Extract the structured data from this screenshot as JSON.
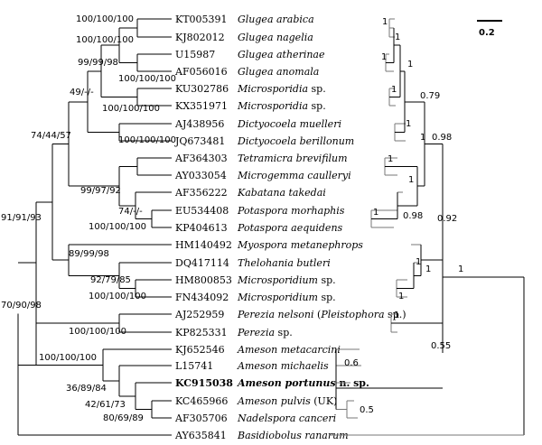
{
  "taxa": [
    {
      "acc": "KT005391",
      "name": "Glugea arabica",
      "suffix": ""
    },
    {
      "acc": "KJ802012",
      "name": "Glugea nagelia",
      "suffix": ""
    },
    {
      "acc": "U15987",
      "name": "Glugea atherinae",
      "suffix": ""
    },
    {
      "acc": "AF056016",
      "name": "Glugea anomala",
      "suffix": ""
    },
    {
      "acc": "KU302786",
      "name": "Microsporidia",
      "suffix": " sp."
    },
    {
      "acc": "KX351971",
      "name": "Microsporidia",
      "suffix": " sp."
    },
    {
      "acc": "AJ438956",
      "name": "Dictyocoela muelleri",
      "suffix": ""
    },
    {
      "acc": "JQ673481",
      "name": "Dictyocoela berillonum",
      "suffix": ""
    },
    {
      "acc": "AF364303",
      "name": "Tetramicra brevifilum",
      "suffix": ""
    },
    {
      "acc": "AY033054",
      "name": "Microgemma caulleryi",
      "suffix": ""
    },
    {
      "acc": "AF356222",
      "name": "Kabatana takedai",
      "suffix": ""
    },
    {
      "acc": "EU534408",
      "name": "Potaspora morhaphis",
      "suffix": ""
    },
    {
      "acc": "KP404613",
      "name": "Potaspora aequidens",
      "suffix": ""
    },
    {
      "acc": "HM140492",
      "name": "Myospora metanephrops",
      "suffix": ""
    },
    {
      "acc": "DQ417114",
      "name": "Thelohania butleri",
      "suffix": ""
    },
    {
      "acc": "HM800853",
      "name": "Microsporidium",
      "suffix": " sp."
    },
    {
      "acc": "FN434092",
      "name": "Microsporidium",
      "suffix": " sp."
    },
    {
      "acc": "AJ252959",
      "name": "Perezia nelsoni",
      "suffix": " (",
      "extra_it": "Pleistophora",
      "suffix2": " sp.)"
    },
    {
      "acc": "KP825331",
      "name": "Perezia",
      "suffix": " sp."
    },
    {
      "acc": "KJ652546",
      "name": "Ameson metacarcini",
      "suffix": ""
    },
    {
      "acc": "L15741",
      "name": "Ameson michaelis",
      "suffix": ""
    },
    {
      "acc": "KC915038",
      "name": "Ameson portunus",
      "suffix": " n. sp.",
      "bold": true
    },
    {
      "acc": "KC465966",
      "name": "Ameson pulvis",
      "suffix": " (UK)"
    },
    {
      "acc": "AF305706",
      "name": "Nadelspora canceri",
      "suffix": ""
    },
    {
      "acc": "AY635841",
      "name": "Basidiobolus ranarum",
      "suffix": ""
    }
  ],
  "left_support": [
    "100/100/100",
    "100/100/100",
    "99/99/98",
    "100/100/100",
    "49/-/-",
    "100/100/100",
    "100/100/100",
    "74/44/57",
    "99/97/92",
    "74/-/-",
    "100/100/100",
    "91/91/93",
    "89/99/98",
    "92/79/85",
    "100/100/100",
    "70/90/98",
    "100/100/100",
    "100/100/100",
    "36/89/84",
    "42/61/73",
    "80/69/89"
  ],
  "right_support": [
    "1",
    "1",
    "1",
    "1",
    "1",
    "0.79",
    "1",
    "1",
    "1",
    "0.98",
    "1",
    "0.98",
    "1",
    "1",
    "1",
    "0.92",
    "1",
    "0.55",
    "1",
    "1",
    "0.6",
    "0.5"
  ],
  "scale_label": "0.2"
}
